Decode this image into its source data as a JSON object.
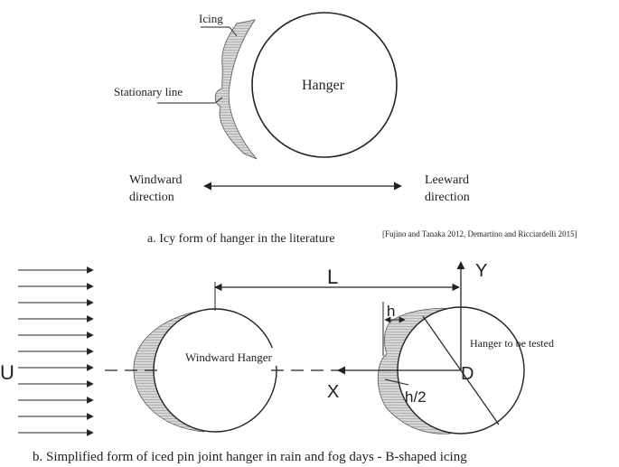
{
  "panel_a": {
    "icing_label": "Icing",
    "stationary_line_label": "Stationary line",
    "hanger_label": "Hanger",
    "windward_line1": "Windward",
    "windward_line2": "direction",
    "leeward_line1": "Leeward",
    "leeward_line2": "direction",
    "caption": "a.  Icy form of hanger in the literature",
    "citation": "[Fujino and Tanaka 2012, Demartino and Ricciardelli 2015]"
  },
  "panel_b": {
    "flow_label": "U",
    "distance_label": "L",
    "y_axis_label": "Y",
    "x_axis_label": "X",
    "windward_hanger_label": "Windward Hanger",
    "test_hanger_label": "Hanger to be tested",
    "diameter_label": "D",
    "ice_thickness_label": "h",
    "half_thickness_label": "h/2",
    "caption": "b. Simplified form of iced pin joint  hanger  in rain and fog days - B-shaped icing"
  },
  "colors": {
    "ink": "#222222",
    "ice_fill": "#c8c8c8",
    "ice_hatch": "#9a9a9a"
  }
}
